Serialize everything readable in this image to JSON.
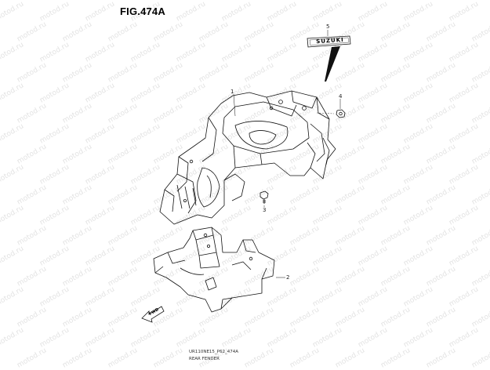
{
  "figure": {
    "title": "FIG.474A",
    "code": "UR110NE15_P62_474A",
    "caption": "REAR FENDER"
  },
  "callouts": [
    "1",
    "2",
    "3",
    "4",
    "5"
  ],
  "emblem_text": "SUZUKI",
  "arrow_text": "FWD",
  "watermark": "motod.ru"
}
